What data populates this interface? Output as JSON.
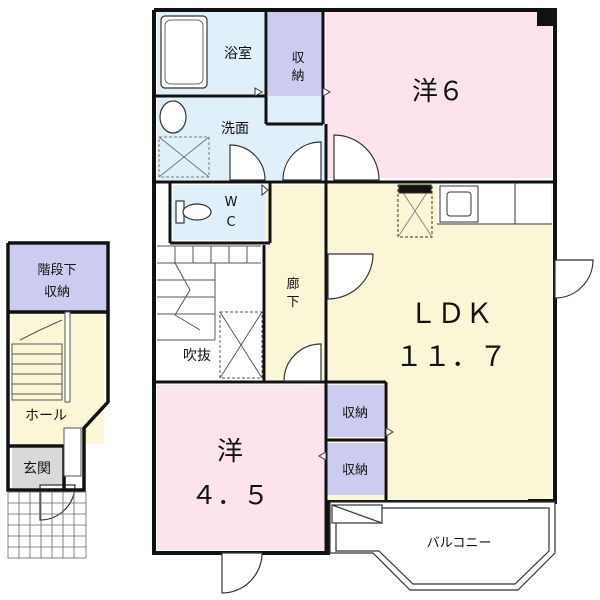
{
  "rooms": {
    "bathroom": "浴室",
    "storage_top": "収納",
    "western6": "洋６",
    "washroom": "洗面",
    "wc_w": "W",
    "wc_c": "C",
    "stair_storage_line1": "階段下",
    "stair_storage_line2": "収納",
    "hall": "ホール",
    "entrance": "玄関",
    "corridor_line1": "廊",
    "corridor_line2": "下",
    "void": "吹抜",
    "ldk_line1": "ＬＤＫ",
    "ldk_line2": "１１．７",
    "storage_mid1": "収納",
    "storage_mid2": "収納",
    "western45_line1": "洋",
    "western45_line2": "４．５",
    "balcony": "バルコニー"
  },
  "colors": {
    "wall": "#111111",
    "bath_blue": "#e0f0fa",
    "storage_purple": "#cccbf0",
    "pink": "#fde4ec",
    "cream": "#fbf7d6",
    "white": "#ffffff"
  }
}
